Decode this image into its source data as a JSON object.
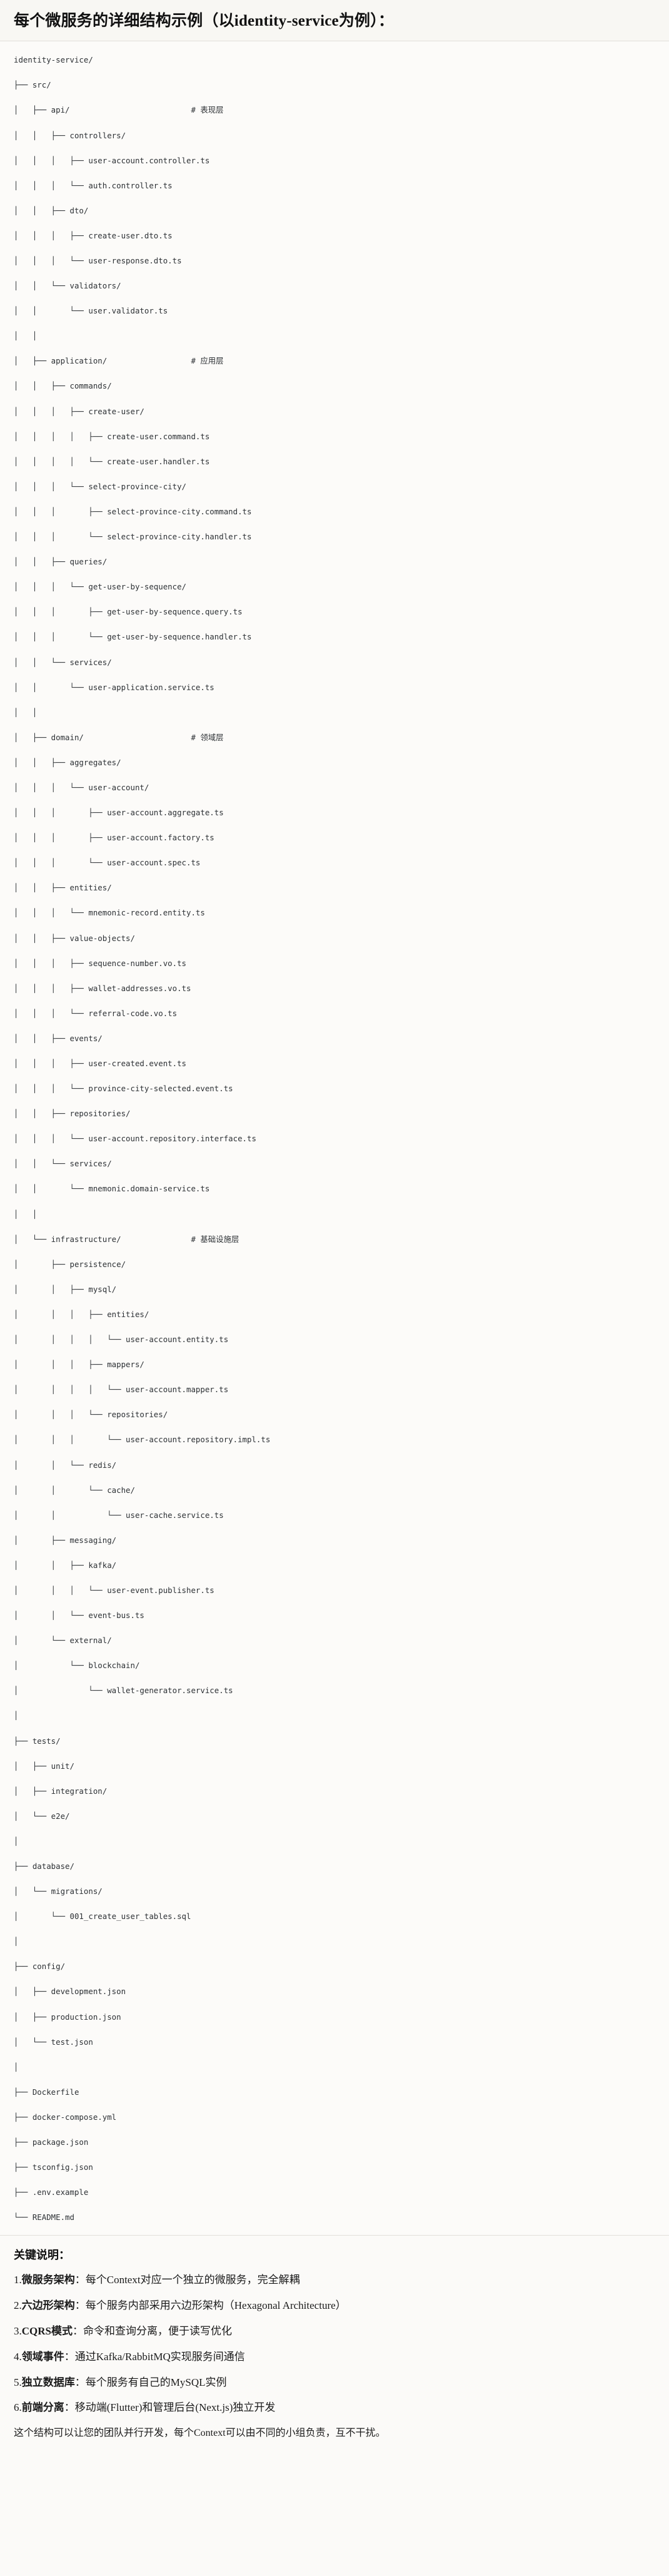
{
  "header": {
    "title": "每个微服务的详细结构示例（以identity-service为例）："
  },
  "tree": {
    "root": "identity-service/",
    "lines": [
      "identity-service/",
      "├── src/",
      "│   ├── api/                          # 表现层",
      "│   │   ├── controllers/",
      "│   │   │   ├── user-account.controller.ts",
      "│   │   │   └── auth.controller.ts",
      "│   │   ├── dto/",
      "│   │   │   ├── create-user.dto.ts",
      "│   │   │   └── user-response.dto.ts",
      "│   │   └── validators/",
      "│   │       └── user.validator.ts",
      "│   │",
      "│   ├── application/                  # 应用层",
      "│   │   ├── commands/",
      "│   │   │   ├── create-user/",
      "│   │   │   │   ├── create-user.command.ts",
      "│   │   │   │   └── create-user.handler.ts",
      "│   │   │   └── select-province-city/",
      "│   │   │       ├── select-province-city.command.ts",
      "│   │   │       └── select-province-city.handler.ts",
      "│   │   ├── queries/",
      "│   │   │   └── get-user-by-sequence/",
      "│   │   │       ├── get-user-by-sequence.query.ts",
      "│   │   │       └── get-user-by-sequence.handler.ts",
      "│   │   └── services/",
      "│   │       └── user-application.service.ts",
      "│   │",
      "│   ├── domain/                       # 领域层",
      "│   │   ├── aggregates/",
      "│   │   │   └── user-account/",
      "│   │   │       ├── user-account.aggregate.ts",
      "│   │   │       ├── user-account.factory.ts",
      "│   │   │       └── user-account.spec.ts",
      "│   │   ├── entities/",
      "│   │   │   └── mnemonic-record.entity.ts",
      "│   │   ├── value-objects/",
      "│   │   │   ├── sequence-number.vo.ts",
      "│   │   │   ├── wallet-addresses.vo.ts",
      "│   │   │   └── referral-code.vo.ts",
      "│   │   ├── events/",
      "│   │   │   ├── user-created.event.ts",
      "│   │   │   └── province-city-selected.event.ts",
      "│   │   ├── repositories/",
      "│   │   │   └── user-account.repository.interface.ts",
      "│   │   └── services/",
      "│   │       └── mnemonic.domain-service.ts",
      "│   │",
      "│   └── infrastructure/               # 基础设施层",
      "│       ├── persistence/",
      "│       │   ├── mysql/",
      "│       │   │   ├── entities/",
      "│       │   │   │   └── user-account.entity.ts",
      "│       │   │   ├── mappers/",
      "│       │   │   │   └── user-account.mapper.ts",
      "│       │   │   └── repositories/",
      "│       │   │       └── user-account.repository.impl.ts",
      "│       │   └── redis/",
      "│       │       └── cache/",
      "│       │           └── user-cache.service.ts",
      "│       ├── messaging/",
      "│       │   ├── kafka/",
      "│       │   │   └── user-event.publisher.ts",
      "│       │   └── event-bus.ts",
      "│       └── external/",
      "│           └── blockchain/",
      "│               └── wallet-generator.service.ts",
      "│",
      "├── tests/",
      "│   ├── unit/",
      "│   ├── integration/",
      "│   └── e2e/",
      "│",
      "├── database/",
      "│   └── migrations/",
      "│       └── 001_create_user_tables.sql",
      "│",
      "├── config/",
      "│   ├── development.json",
      "│   ├── production.json",
      "│   └── test.json",
      "│",
      "├── Dockerfile",
      "├── docker-compose.yml",
      "├── package.json",
      "├── tsconfig.json",
      "├── .env.example",
      "└── README.md"
    ],
    "layer_comments": [
      "# 表现层",
      "# 应用层",
      "# 领域层",
      "# 基础设施层"
    ]
  },
  "notes": {
    "title": "关键说明：",
    "items": [
      {
        "num": "1.",
        "term": "微服务架构",
        "text": "：每个Context对应一个独立的微服务，完全解耦"
      },
      {
        "num": "2.",
        "term": "六边形架构",
        "text": "：每个服务内部采用六边形架构（Hexagonal Architecture）"
      },
      {
        "num": "3.",
        "term": "CQRS模式",
        "text": "：命令和查询分离，便于读写优化"
      },
      {
        "num": "4.",
        "term": "领域事件",
        "text": "：通过Kafka/RabbitMQ实现服务间通信"
      },
      {
        "num": "5.",
        "term": "独立数据库",
        "text": "：每个服务有自己的MySQL实例"
      },
      {
        "num": "6.",
        "term": "前端分离",
        "text": "：移动端(Flutter)和管理后台(Next.js)独立开发"
      }
    ],
    "closing": "这个结构可以让您的团队并行开发，每个Context可以由不同的小组负责，互不干扰。"
  }
}
